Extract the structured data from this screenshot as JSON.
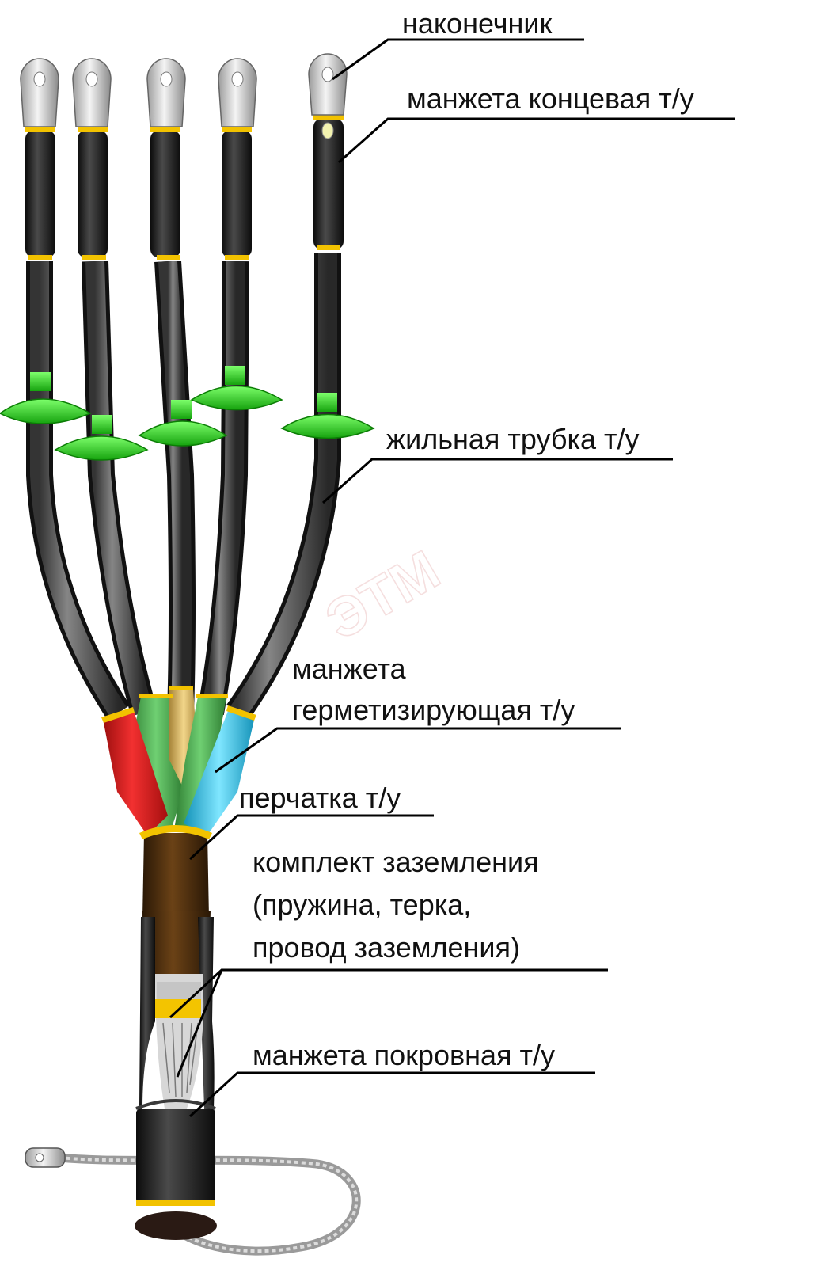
{
  "labels": {
    "lug": "наконечник",
    "end_cuff": "манжета концевая т/у",
    "core_tube": "жильная трубка т/у",
    "sealing_cuff_line1": "манжета",
    "sealing_cuff_line2": "герметизирующая т/у",
    "glove": "перчатка т/у",
    "grounding_line1": "комплект заземления",
    "grounding_line2": "(пружина,  терка,",
    "grounding_line3": "провод заземления)",
    "cover_cuff": "манжета покровная т/у"
  },
  "watermark": "ЭТМ",
  "colors": {
    "phase_red": "#e8191e",
    "phase_green": "#4caf50",
    "phase_yellow": "#e6c46a",
    "phase_blue": "#29c3e8",
    "skirt_green": "#27c21c",
    "glove_brown": "#4a2c0d",
    "sheath_black": "#1a1a1a",
    "tape_yellow": "#f2c200"
  }
}
